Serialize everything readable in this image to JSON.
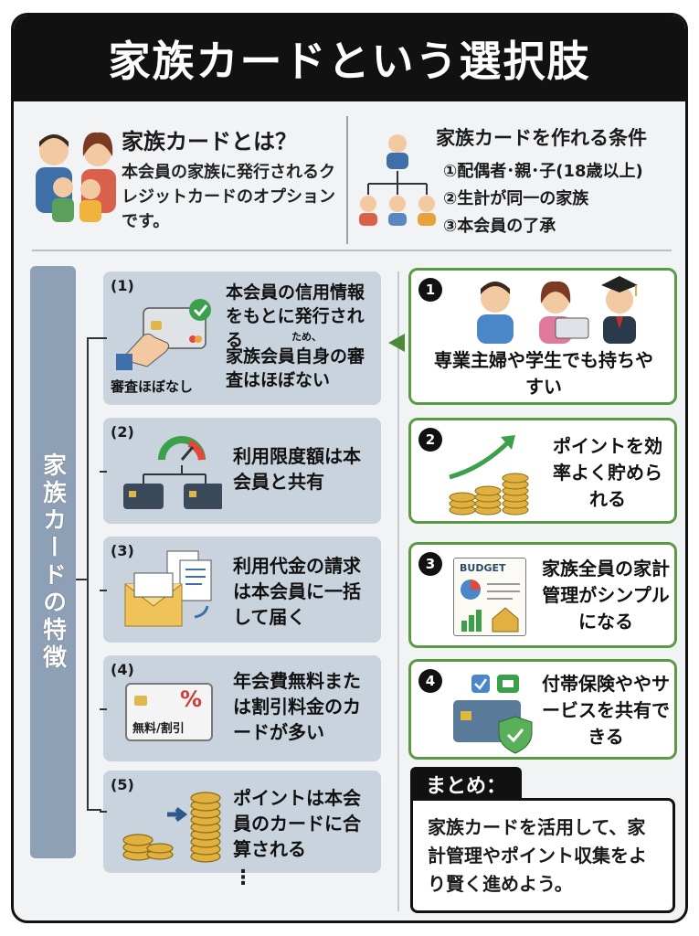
{
  "title": "家族カードという選択肢",
  "intro": {
    "what_title": "家族カードとは？",
    "what_desc": "本会員の家族に発行されるクレジットカードのオプションです。",
    "cond_title": "家族カードを作れる条件",
    "conditions": [
      "①配偶者･親･子(18歳以上)",
      "②生計が同一の家族",
      "③本会員の了承"
    ]
  },
  "features_label": "家族カードの特徴",
  "features": [
    {
      "num": "(1)",
      "text_top": "本会員の信用情報をもとに発行される",
      "ruby": "ため、",
      "text_bottom": "家族会員自身の審査はほぼない",
      "badge": "審査ほぼなし"
    },
    {
      "num": "(2)",
      "text": "利用限度額は本会員と共有"
    },
    {
      "num": "(3)",
      "text": "利用代金の請求は本会員に一括して届く"
    },
    {
      "num": "(4)",
      "text": "年会費無料または割引料金のカードが多い",
      "badge": "無料/割引",
      "percent": "%"
    },
    {
      "num": "(5)",
      "text": "ポイントは本会員のカードに合算される"
    }
  ],
  "more": "⋮",
  "benefits": [
    {
      "num": "1",
      "text": "専業主婦や学生でも持ちやすい"
    },
    {
      "num": "2",
      "text": "ポイントを効率よく貯められる"
    },
    {
      "num": "3",
      "text": "家族全員の家計管理がシンプルになる",
      "budget": "BUDGET"
    },
    {
      "num": "4",
      "text": "付帯保険ややサービスを共有できる"
    }
  ],
  "summary": {
    "tag": "まとめ：",
    "text": "家族カードを活用して、家計管理やポイント収集をより賢く進めよう。"
  },
  "colors": {
    "accent_green": "#5b9a44",
    "feature_bg": "#c9d3de",
    "side_label": "#8da0b5",
    "dark": "#111111"
  }
}
